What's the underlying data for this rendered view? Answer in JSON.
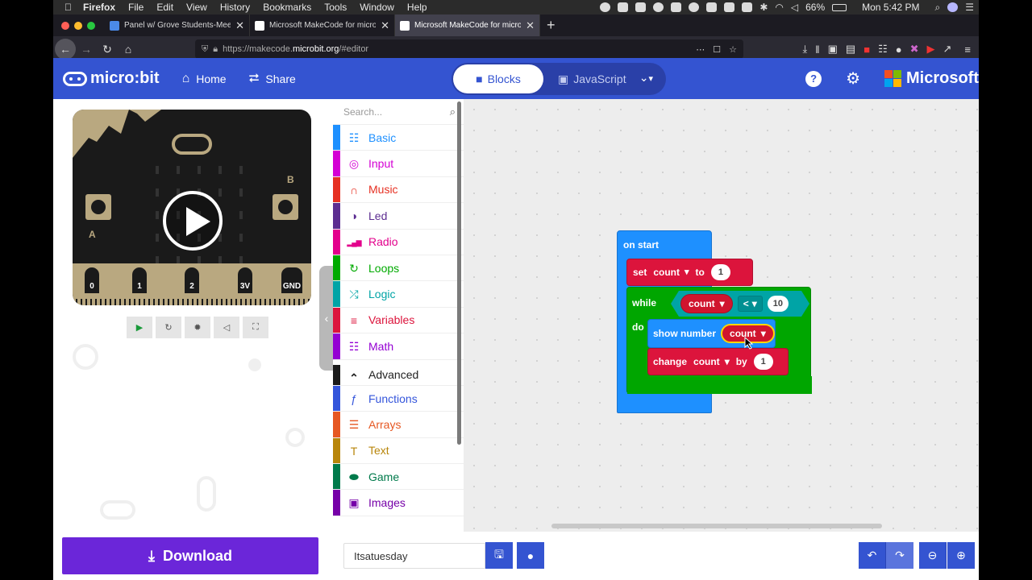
{
  "menubar": {
    "app": "Firefox",
    "items": [
      "File",
      "Edit",
      "View",
      "History",
      "Bookmarks",
      "Tools",
      "Window",
      "Help"
    ],
    "battery": "66%",
    "clock": "Mon 5:42 PM"
  },
  "tabs": [
    {
      "title": "Panel w/ Grove Students-Meeting"
    },
    {
      "title": "Microsoft MakeCode for micro:bit"
    },
    {
      "title": "Microsoft MakeCode for micro:bit"
    }
  ],
  "urlbar": {
    "prefix": "https://makecode.",
    "host": "microbit.org",
    "path": "/#editor"
  },
  "header": {
    "logo_text": "micro:bit",
    "home_label": "Home",
    "share_label": "Share",
    "blocks_label": "Blocks",
    "js_label": "JavaScript",
    "brand": "Microsoft",
    "colors": {
      "header": "#3454d1",
      "download": "#6b26d9"
    }
  },
  "simulator": {
    "pins": [
      "0",
      "1",
      "2",
      "3V",
      "GND"
    ],
    "btn_a": "A",
    "btn_b": "B"
  },
  "download_label": "Download",
  "toolbox": {
    "search_placeholder": "Search...",
    "categories": [
      {
        "label": "Basic",
        "color": "#1e90ff",
        "icon": "grid-icon"
      },
      {
        "label": "Input",
        "color": "#d400d4",
        "icon": "target-icon"
      },
      {
        "label": "Music",
        "color": "#e63022",
        "icon": "headphones-icon"
      },
      {
        "label": "Led",
        "color": "#5c2d91",
        "icon": "toggle-icon"
      },
      {
        "label": "Radio",
        "color": "#e3008c",
        "icon": "signal-icon"
      },
      {
        "label": "Loops",
        "color": "#00aa00",
        "icon": "refresh-icon"
      },
      {
        "label": "Logic",
        "color": "#00a4a6",
        "icon": "shuffle-icon"
      },
      {
        "label": "Variables",
        "color": "#dc143c",
        "icon": "lines-icon"
      },
      {
        "label": "Math",
        "color": "#9400d3",
        "icon": "calculator-icon"
      }
    ],
    "advanced_label": "Advanced",
    "advanced": [
      {
        "label": "Functions",
        "color": "#3455db",
        "icon": "function-icon"
      },
      {
        "label": "Arrays",
        "color": "#e65722",
        "icon": "list-icon"
      },
      {
        "label": "Text",
        "color": "#b8860b",
        "icon": "text-icon"
      },
      {
        "label": "Game",
        "color": "#007a4b",
        "icon": "gamepad-icon"
      },
      {
        "label": "Images",
        "color": "#7600a8",
        "icon": "image-icon"
      }
    ]
  },
  "blocks": {
    "on_start": "on start",
    "set_label": "set",
    "set_var": "count",
    "to_label": "to",
    "set_value": "1",
    "while_label": "while",
    "cmp_var": "count",
    "cmp_op": "<",
    "cmp_value": "10",
    "do_label": "do",
    "show_number": "show number",
    "show_var": "count",
    "change_label": "change",
    "change_var": "count",
    "by_label": "by",
    "change_value": "1"
  },
  "project_name": "Itsatuesday"
}
